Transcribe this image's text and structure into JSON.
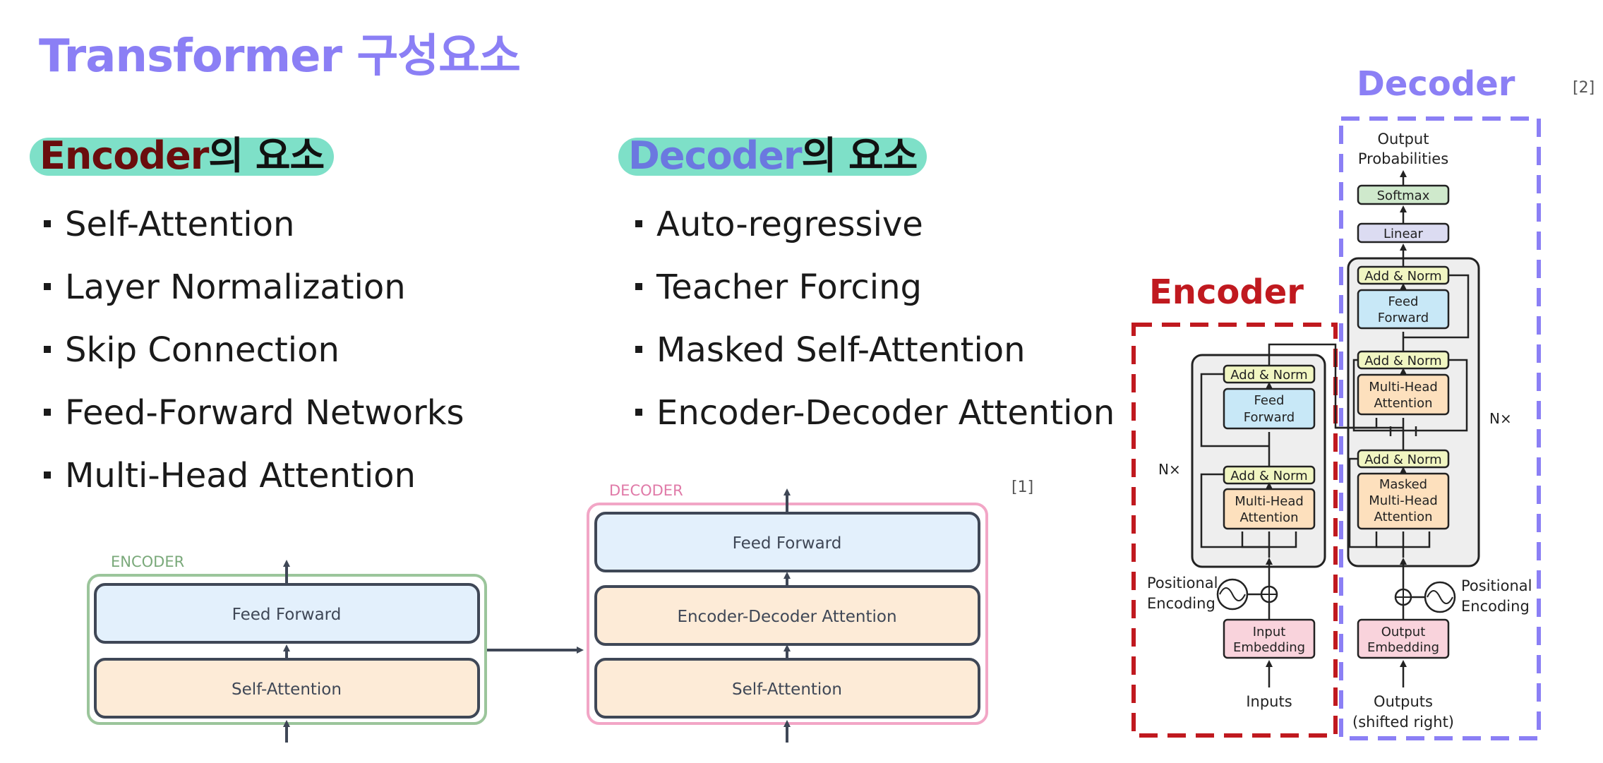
{
  "title": "Transformer 구성요소",
  "encoder_section": {
    "heading_highlight": "Encoder",
    "heading_rest": "의 요소",
    "items": [
      "Self-Attention",
      "Layer Normalization",
      "Skip Connection",
      "Feed-Forward Networks",
      "Multi-Head Attention"
    ]
  },
  "decoder_section": {
    "heading_highlight": "Decoder",
    "heading_rest": "의 요소",
    "items": [
      "Auto-regressive",
      "Teacher Forcing",
      "Masked Self-Attention",
      "Encoder-Decoder Attention"
    ]
  },
  "simple_diagram": {
    "encoder_label": "ENCODER",
    "decoder_label": "DECODER",
    "feed_forward": "Feed Forward",
    "self_attention": "Self-Attention",
    "enc_dec_attention": "Encoder-Decoder Attention",
    "reference": "[1]"
  },
  "transformer_diagram": {
    "decoder_title": "Decoder",
    "encoder_title": "Encoder",
    "reference": "[2]",
    "output_probabilities": [
      "Output",
      "Probabilities"
    ],
    "softmax": "Softmax",
    "linear": "Linear",
    "add_norm": "Add & Norm",
    "feed_forward": [
      "Feed",
      "Forward"
    ],
    "multi_head_attention": [
      "Multi-Head",
      "Attention"
    ],
    "masked_multi_head_attention": [
      "Masked",
      "Multi-Head",
      "Attention"
    ],
    "nx": "N×",
    "positional_encoding": [
      "Positional",
      "Encoding"
    ],
    "input_embedding": [
      "Input",
      "Embedding"
    ],
    "output_embedding": [
      "Output",
      "Embedding"
    ],
    "inputs": "Inputs",
    "outputs": [
      "Outputs",
      "(shifted right)"
    ]
  },
  "colors": {
    "title": "#8b7ff5",
    "highlight": "#7ee0c8",
    "encoder_dark_red": "#6a0d0d",
    "encoder_red": "#c0191f",
    "decoder_purple": "#8b7ff5",
    "ff_blue": "#c8e8f7",
    "attention_orange": "#fde0bd",
    "add_norm_yellow": "#f1f6c2",
    "embedding_pink": "#f9d3dc",
    "softmax_green": "#cfe9cc",
    "linear_lavender": "#dcdcf2"
  }
}
